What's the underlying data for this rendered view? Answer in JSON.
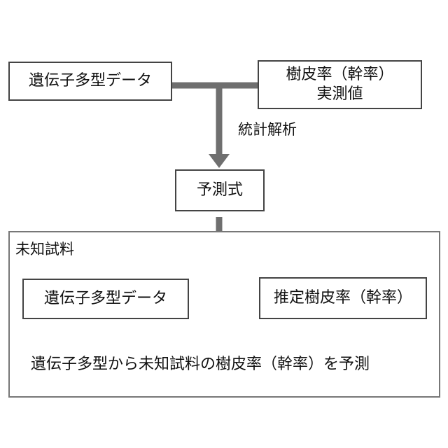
{
  "training": {
    "genotype_box": {
      "label": "遺伝子多型データ"
    },
    "phenotype_box": {
      "line1": "樹皮率（幹率）",
      "line2": "実測値"
    },
    "analysis_label": "統計解析",
    "formula_box": {
      "label": "予測式"
    }
  },
  "unknown_sample": {
    "title": "未知試料",
    "genotype_box": {
      "label": "遺伝子多型データ"
    },
    "estimated_box": {
      "label": "推定樹皮率（幹率）"
    },
    "caption": "遺伝子多型から未知試料の樹皮率（幹率）を予測"
  },
  "colors": {
    "arrow": "#6f6f6f",
    "box_border": "#444444",
    "frame_border": "#777777",
    "text": "#111111"
  }
}
